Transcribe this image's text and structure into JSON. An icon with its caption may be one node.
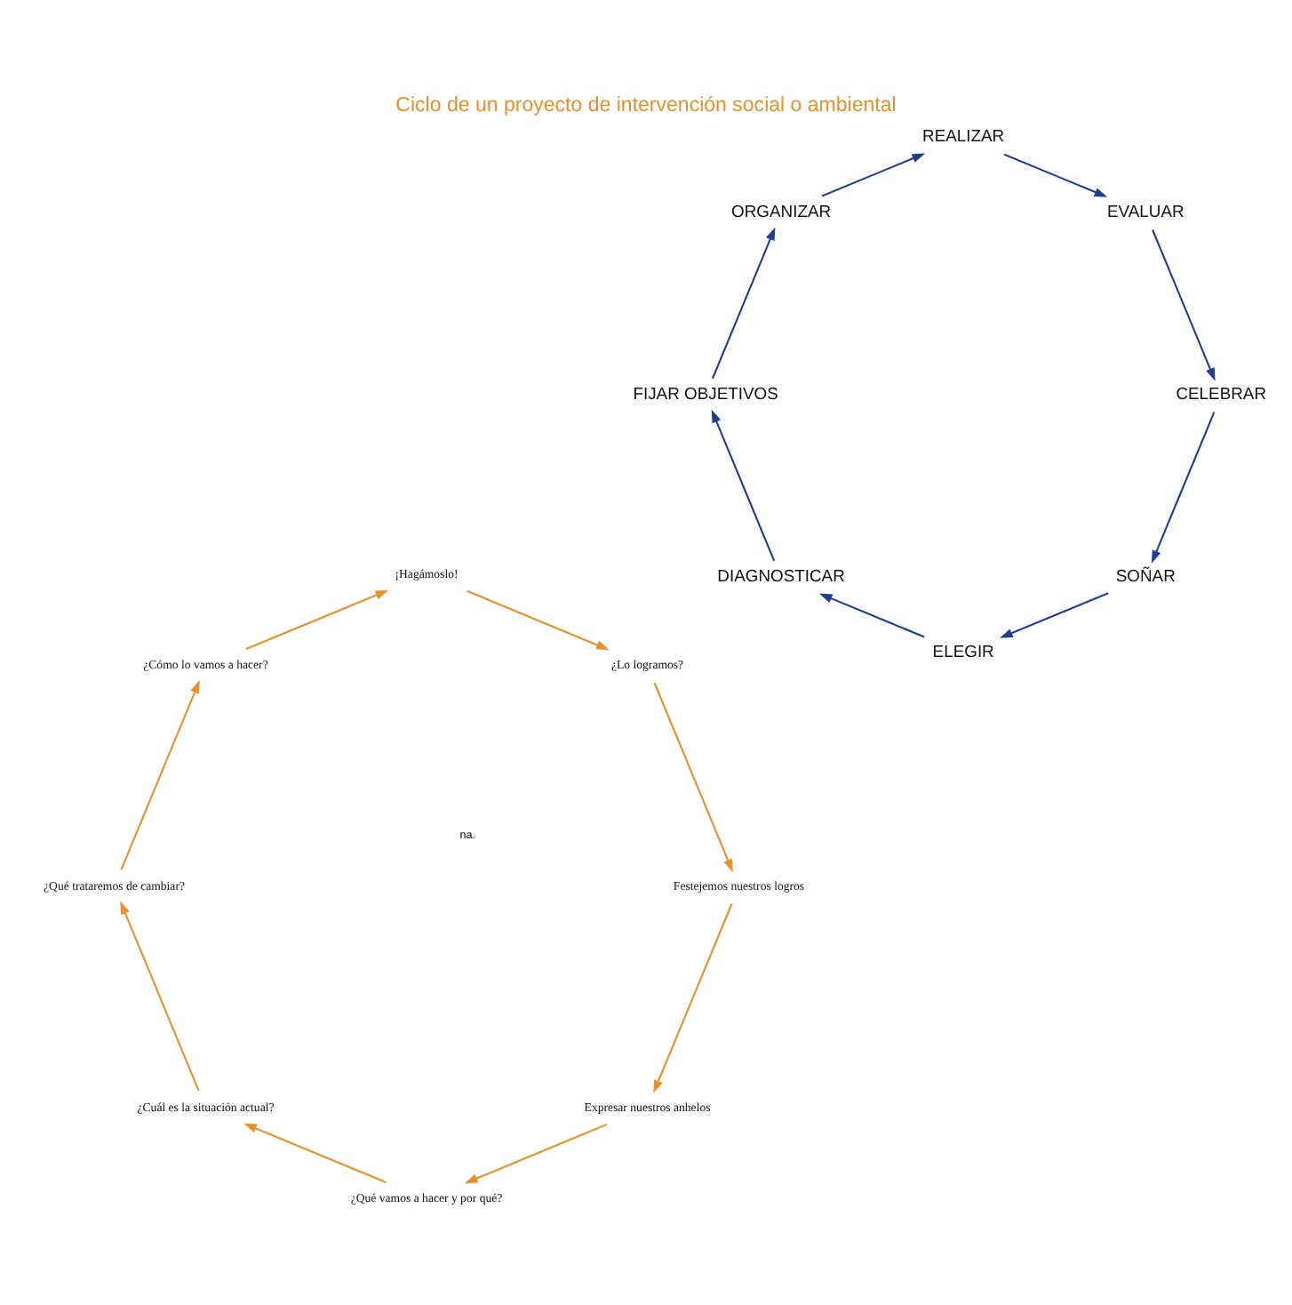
{
  "diagram": {
    "title": "Ciclo de un proyecto de intervención social o ambiental",
    "nodes": [
      {
        "text": [
          "SOÑAR"
        ]
      },
      {
        "text": [
          "ELEGIR"
        ]
      },
      {
        "text": [
          "DIAGNOSTICAR"
        ]
      },
      {
        "text": [
          "FIJAR OBJETIVOS"
        ]
      },
      {
        "text": [
          "ORGANIZAR"
        ]
      },
      {
        "text": [
          "REALIZAR"
        ]
      },
      {
        "text": [
          "EVALUAR"
        ]
      },
      {
        "text": [
          "CELEBRAR"
        ]
      },
      {
        "text": [
          "Expresar nuestros anhelos"
        ]
      },
      {
        "text": [
          "¿Qué vamos a hacer y por qué?"
        ]
      },
      {
        "text": [
          "¿Cuál es la situación actual?"
        ]
      },
      {
        "text": [
          "¿Qué trataremos de cambiar?"
        ]
      },
      {
        "text": [
          "¿Cómo lo vamos a hacer?"
        ]
      },
      {
        "text": [
          "¡Hagámoslo!"
        ]
      },
      {
        "text": [
          "¿Lo logramos?"
        ]
      },
      {
        "text": [
          "Festejemos nuestros logros"
        ]
      }
    ],
    "edges": [
      {
        "from": 0,
        "to": 1,
        "arrow": "to",
        "color": "#1f3f8f"
      },
      {
        "from": 1,
        "to": 2,
        "arrow": "to",
        "color": "#1f3f8f"
      },
      {
        "from": 2,
        "to": 3,
        "arrow": "to",
        "color": "#1f3f8f"
      },
      {
        "from": 3,
        "to": 4,
        "arrow": "to",
        "color": "#1f3f8f"
      },
      {
        "from": 4,
        "to": 5,
        "arrow": "to",
        "color": "#1f3f8f"
      },
      {
        "from": 5,
        "to": 6,
        "arrow": "to",
        "color": "#1f3f8f"
      },
      {
        "from": 6,
        "to": 7,
        "arrow": "to",
        "color": "#1f3f8f"
      },
      {
        "from": 7,
        "to": 0,
        "arrow": "to",
        "color": "#1f3f8f"
      },
      {
        "from": 8,
        "to": 9,
        "arrow": "to",
        "color": "#e8902a"
      },
      {
        "from": 9,
        "to": 10,
        "arrow": "to",
        "color": "#e8902a"
      },
      {
        "from": 10,
        "to": 11,
        "arrow": "to",
        "color": "#e8902a"
      },
      {
        "from": 11,
        "to": 12,
        "arrow": "to",
        "color": "#e8902a"
      },
      {
        "from": 12,
        "to": 13,
        "arrow": "to",
        "color": "#e8902a"
      },
      {
        "from": 13,
        "to": 14,
        "arrow": "to",
        "color": "#e8902a"
      },
      {
        "from": 14,
        "to": 15,
        "arrow": "to",
        "color": "#e8902a"
      },
      {
        "from": 15,
        "to": 8,
        "arrow": "to",
        "color": "#e8902a"
      }
    ],
    "labels": [
      "na."
    ]
  }
}
